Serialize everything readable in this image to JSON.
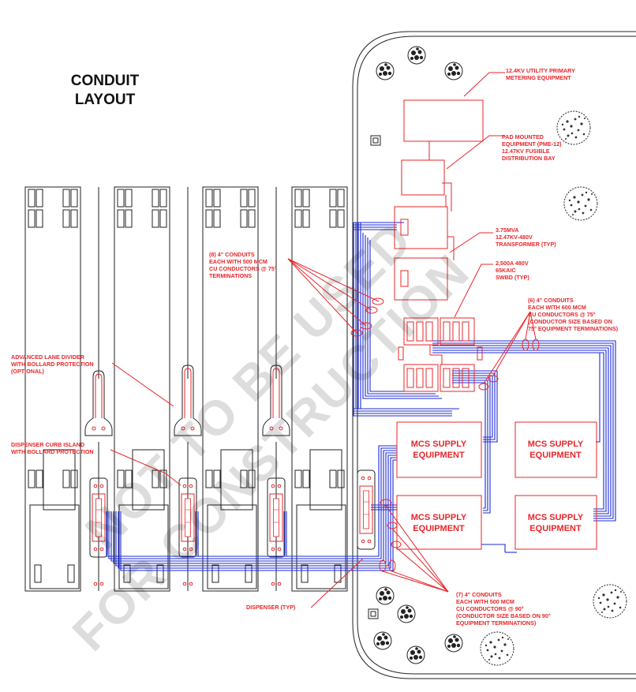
{
  "title": {
    "line1": "CONDUIT",
    "line2": "LAYOUT"
  },
  "watermark": {
    "line1": "NOT TO BE USED",
    "line2": "FOR CONSTRUCTION"
  },
  "labels": {
    "utility": [
      "12.4KV UTILITY PRIMARY",
      "METERING EQUIPMENT"
    ],
    "pad_mounted": [
      "PAD MOUNTED",
      "EQUIPMENT (PME-12)",
      "12.47KV FUSIBLE",
      "DISTRIBUTION BAY"
    ],
    "transformer": [
      "3.75MVA",
      "12.47KV-480V",
      "TRANSFORMER (TYP)"
    ],
    "swbd": [
      "2,500A 480V",
      "65KAIC",
      "SWBD (TYP)"
    ],
    "conduits_8": [
      "(8) 4\" CONDUITS",
      "EACH WITH 500 MCM",
      "CU CONDUCTORS @ 75°",
      "TERMINATIONS"
    ],
    "conduits_6": [
      "(6) 4\" CONDUITS",
      "EACH WITH 600 MCM",
      "CU CONDUCTORS @ 75°",
      "(CONDUCTOR SIZE BASED ON",
      "75° EQUIPMENT TERMINATIONS)"
    ],
    "lane_divider": [
      "ADVANCED LANE DIVIDER",
      "WITH BOLLARD PROTECTION",
      "(OPTIONAL)"
    ],
    "curb_island": [
      "DISPENSER CURB ISLAND",
      "WITH BOLLARD PROTECTION"
    ],
    "dispenser": [
      "DISPENSER (TYP)"
    ],
    "conduits_7": [
      "(7) 4\" CONDUITS",
      "EACH WITH 500 MCM",
      "CU CONDUCTORS @ 90°",
      "(CONDUCTOR SIZE BASED ON 90°",
      "EQUIPMENT TERMINATIONS)"
    ]
  },
  "mcs_units": [
    {
      "line1": "MCS SUPPLY",
      "line2": "EQUIPMENT"
    },
    {
      "line1": "MCS SUPPLY",
      "line2": "EQUIPMENT"
    },
    {
      "line1": "MCS SUPPLY",
      "line2": "EQUIPMENT"
    },
    {
      "line1": "MCS SUPPLY",
      "line2": "EQUIPMENT"
    }
  ],
  "colors": {
    "annotation": "#e8262a",
    "conduit": "#1d2bd6",
    "linework": "#222222"
  }
}
